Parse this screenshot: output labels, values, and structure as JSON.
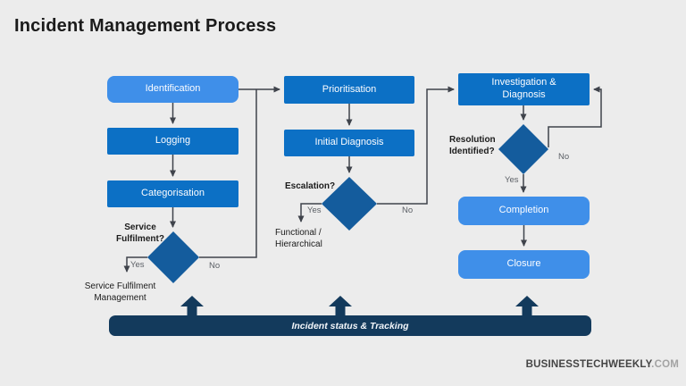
{
  "title": "Incident Management Process",
  "colors": {
    "background": "#ececec",
    "box_light": "#3f8fe9",
    "box_dark": "#0c70c5",
    "diamond": "#145c9d",
    "bar": "#133a5c",
    "connector": "#3f434b",
    "label_gray": "#5c6066",
    "text_dark": "#1b1b1b"
  },
  "boxes": {
    "identification": "Identification",
    "logging": "Logging",
    "categorisation": "Categorisation",
    "prioritisation": "Prioritisation",
    "initial_diagnosis": "Initial Diagnosis",
    "investigation": "Investigation &\nDiagnosis",
    "completion": "Completion",
    "closure": "Closure"
  },
  "decisions": {
    "service_fulfilment": {
      "question": "Service\nFulfilment?",
      "yes": "Yes",
      "no": "No",
      "outcome": "Service Fulfilment\nManagement"
    },
    "escalation": {
      "question": "Escalation?",
      "yes": "Yes",
      "no": "No",
      "outcome": "Functional /\nHierarchical"
    },
    "resolution": {
      "question": "Resolution\nIdentified?",
      "yes": "Yes",
      "no": "No"
    }
  },
  "tracking_bar": {
    "label": "Incident status & Tracking"
  },
  "footer": {
    "brand": "BUSINESSTECHWEEKLY",
    "tld": ".COM"
  }
}
